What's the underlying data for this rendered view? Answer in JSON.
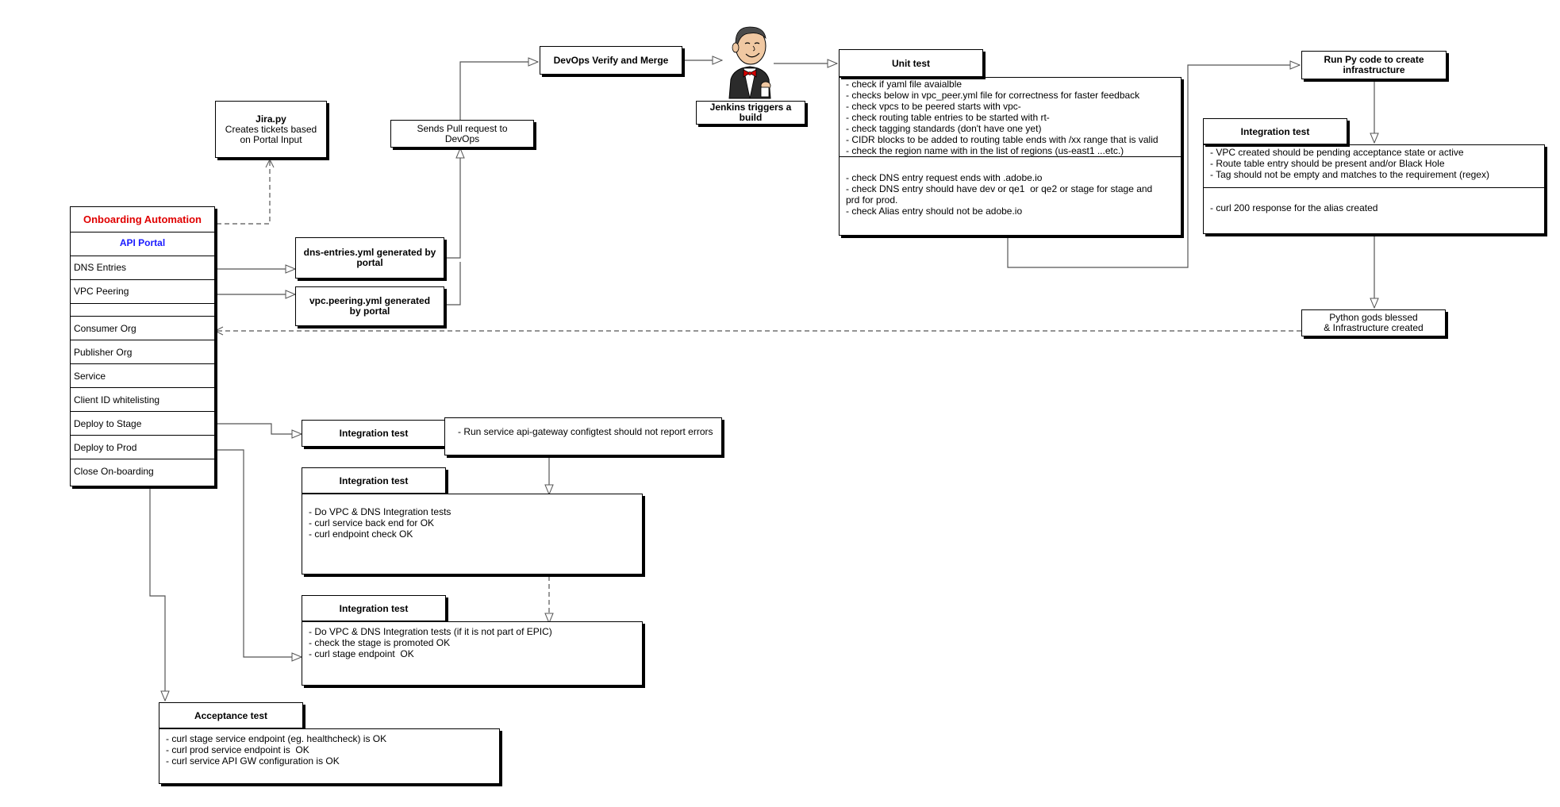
{
  "onboarding": {
    "title": "Onboarding Automation",
    "subtitle": "API Portal",
    "items": [
      "DNS Entries",
      "VPC Peering",
      "",
      "Consumer Org",
      "Publisher Org",
      "Service",
      "Client ID whitelisting",
      "Deploy to Stage",
      "Deploy to Prod",
      "Close On-boarding"
    ]
  },
  "jira": {
    "title": "Jira.py",
    "body": "Creates tickets based\non Portal Input"
  },
  "dns_yml": "dns-entries.yml generated by\nportal",
  "vpc_yml": "vpc.peering.yml generated\nby portal",
  "pull_request": "Sends Pull request to\nDevOps",
  "devops": "DevOps Verify and Merge",
  "jenkins": "Jenkins triggers a\nbuild",
  "unit_test": {
    "title": "Unit test",
    "checks": [
      "- check if yaml file avaialble",
      "- checks below in vpc_peer.yml file for correctness for faster feedback",
      "- check vpcs to be peered starts with vpc-",
      "- check routing table entries to be started with rt-",
      "- check tagging standards (don't have one yet)",
      "- CIDR blocks to be added to routing table ends with /xx range that is valid",
      "- check the region name with in the list of regions (us-east1 ...etc.)"
    ],
    "dns_checks": [
      "- check DNS entry request ends with .adobe.io",
      "- check DNS entry should have dev or qe1  or qe2 or stage for stage and",
      "prd for prod.",
      "- check Alias entry should not be adobe.io"
    ]
  },
  "run_py": "Run Py code to create\ninfrastructure",
  "integration_infra": {
    "title": "Integration test",
    "checks": [
      "- VPC created should be pending acceptance state or active",
      "- Route table entry should be present and/or Black Hole",
      "- Tag should not be empty and matches to the requirement (regex)"
    ],
    "curl": "- curl 200 response for the alias created"
  },
  "python_gods": "Python gods blessed\n& Infrastructure created",
  "integration_stage": {
    "title": "Integration test",
    "note": "- Run service api-gateway configtest should not report errors"
  },
  "integration_vpc": {
    "title": "Integration test",
    "lines": [
      "- Do VPC & DNS Integration tests",
      "- curl service back end for OK",
      "- curl endpoint check OK"
    ]
  },
  "integration_prod": {
    "title": "Integration test",
    "lines": [
      "- Do VPC & DNS Integration tests (if it is not part of EPIC)",
      "- check the stage is promoted OK",
      "- curl stage endpoint  OK"
    ]
  },
  "acceptance": {
    "title": "Acceptance test",
    "lines": [
      "- curl stage service endpoint (eg. healthcheck) is OK",
      "- curl prod service endpoint is  OK",
      "- curl service API GW configuration is OK"
    ]
  },
  "colors": {
    "title_red": "#e00000",
    "portal_blue": "#1a1aff",
    "line_gray": "#555555"
  }
}
